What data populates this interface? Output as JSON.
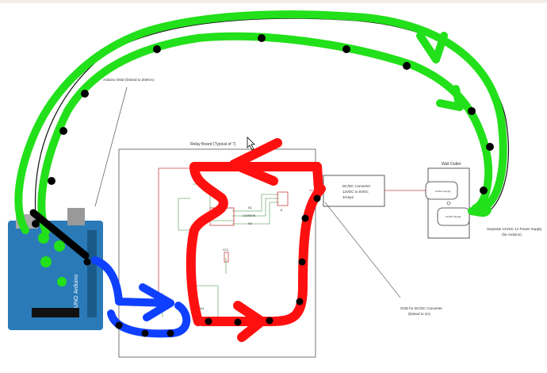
{
  "labels": {
    "arduino_gnd": "Arduino GND (limited to 200mA)",
    "relay_board": "Relay Board (Typical of 7)",
    "dcdc_line1": "DC/DC Converter",
    "dcdc_line2": "12VDC to 5VDC",
    "dcdc_line3": "3Amps",
    "wall_outlet": "Wall Outlet",
    "supply_12v": "12VDC Supply",
    "supply_arduino": "12VDC Supply",
    "separate_supply_line1": "Separate 12VDC 1A Power Supply",
    "separate_supply_line2": "(for Arduino)",
    "gnd_dcdc_line1": "GND for DC/DC Converter",
    "gnd_dcdc_line2": "(limited to 3A)",
    "nc": "NC",
    "common": "COMMON",
    "no": "NO",
    "vcc1": "VCC",
    "vcc2": "VCC",
    "transistor": "2N3904",
    "connector": "J1",
    "arduino_brand": "Arduino",
    "arduino_uno": "UNO"
  },
  "colors": {
    "green_annotation": "#22e01a",
    "red_annotation": "#ff1010",
    "blue_annotation": "#1040ff",
    "arduino_board": "#2a7ab8"
  }
}
